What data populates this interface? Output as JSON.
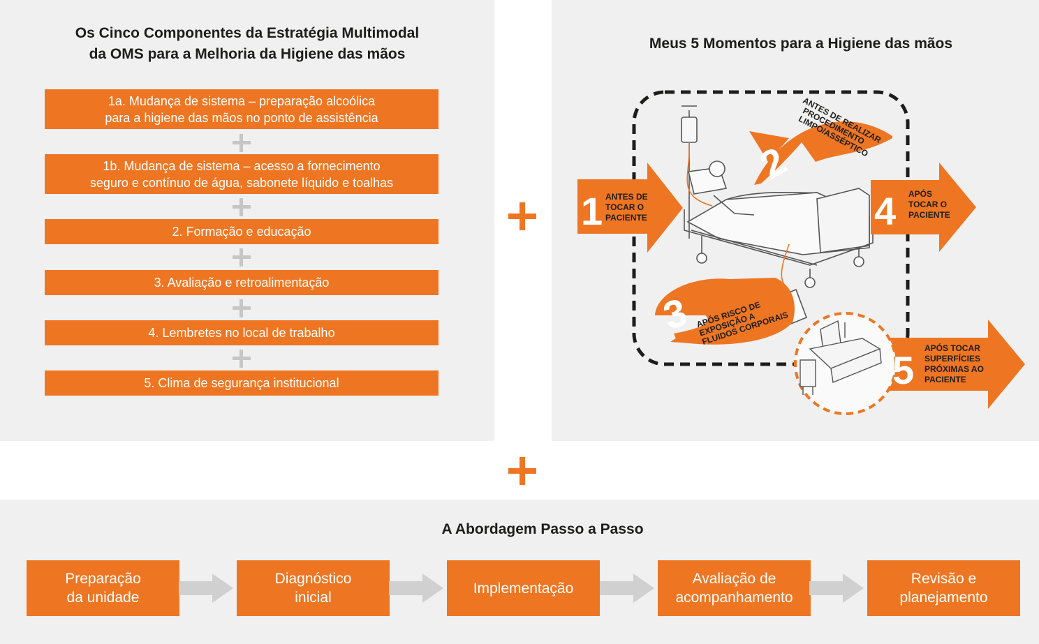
{
  "left_panel": {
    "title_line1": "Os Cinco Componentes da Estratégia Multimodal",
    "title_line2": "da OMS para a Melhoria da Higiene das mãos",
    "components": [
      {
        "line1": "1a. Mudança de sistema – preparação alcoólica",
        "line2": "para a higiene das mãos no ponto de assistência"
      },
      {
        "line1": "1b. Mudança de sistema – acesso a fornecimento",
        "line2": "seguro e contínuo de água, sabonete líquido e toalhas"
      },
      {
        "line1": "2. Formação e educação",
        "line2": ""
      },
      {
        "line1": "3. Avaliação e retroalimentação",
        "line2": ""
      },
      {
        "line1": "4. Lembretes no local de trabalho",
        "line2": ""
      },
      {
        "line1": "5. Clima de segurança institucional",
        "line2": ""
      }
    ]
  },
  "right_panel": {
    "title": "Meus 5 Momentos para a Higiene das mãos",
    "moments": [
      {
        "number": "1",
        "lines": [
          "ANTES DE",
          "TOCAR O",
          "PACIENTE"
        ]
      },
      {
        "number": "2",
        "lines": [
          "ANTES DE REALIZAR",
          "PROCEDIMENTO",
          "LIMPO/ASSÉPTICO"
        ]
      },
      {
        "number": "3",
        "lines": [
          "APÓS RISCO DE",
          "EXPOSIÇÃO A",
          "FLUIDOS CORPORAIS"
        ]
      },
      {
        "number": "4",
        "lines": [
          "APÓS",
          "TOCAR O",
          "PACIENTE"
        ]
      },
      {
        "number": "5",
        "lines": [
          "APÓS TOCAR",
          "SUPERFÍCIES",
          "PRÓXIMAS AO",
          "PACIENTE"
        ]
      }
    ]
  },
  "bottom_panel": {
    "title": "A Abordagem Passo a Passo",
    "steps": [
      {
        "line1": "Preparação",
        "line2": "da unidade"
      },
      {
        "line1": "Diagnóstico",
        "line2": "inicial"
      },
      {
        "line1": "Implementação",
        "line2": ""
      },
      {
        "line1": "Avaliação de",
        "line2": "acompanhamento"
      },
      {
        "line1": "Revisão e",
        "line2": "planejamento"
      }
    ]
  },
  "colors": {
    "accent": "#ee7623",
    "panel_bg": "#f0f0f0",
    "plus_gray": "#c6c6c6",
    "arrow_gray": "#d0d0d0"
  }
}
